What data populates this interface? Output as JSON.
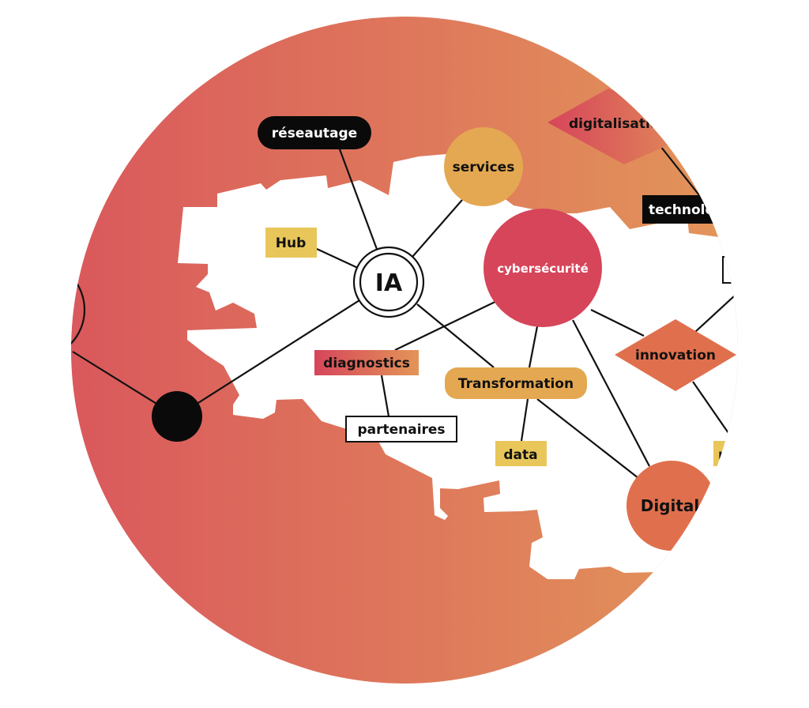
{
  "colors": {
    "gradient_left": "#D9525C",
    "gradient_right": "#E39C5A",
    "map": "#FFFFFF",
    "yellow": "#E8C65A",
    "amber": "#E4A852",
    "crimson": "#D6455A",
    "coral": "#E0704D",
    "black": "#0A0A0A"
  },
  "nodes": {
    "reseautage": "réseautage",
    "services": "services",
    "hub": "Hub",
    "ia": "IA",
    "cybersecurite": "cybersécurité",
    "digitalisation": "digitalisation",
    "technologie": "technologie",
    "innovation": "innovation",
    "diagnostics": "diagnostics",
    "partenaires": "partenaires",
    "transformation": "Transformation",
    "data": "data",
    "digital": "Digital",
    "r_partial": "r"
  }
}
